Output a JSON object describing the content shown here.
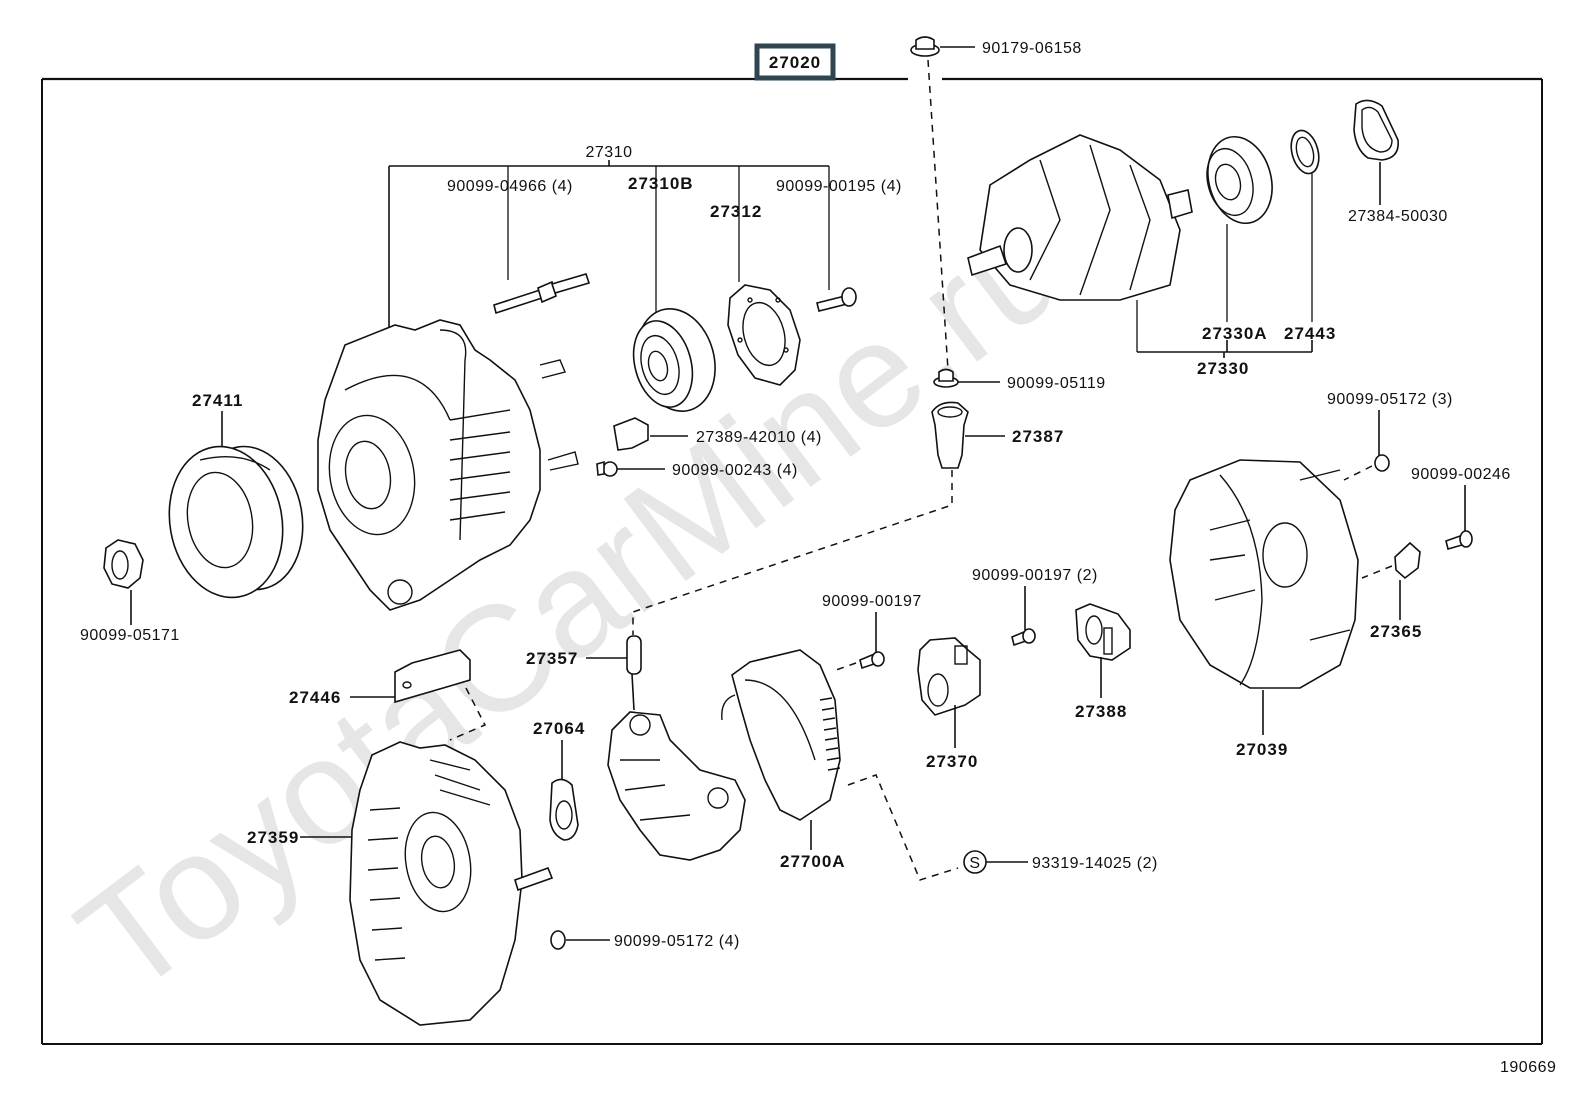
{
  "diagram": {
    "title_code": "27020",
    "figure_id": "190669",
    "watermark": "ToyotaCarMine.ru",
    "accent_colors": {
      "title_box_border": "#2f4550",
      "line": "#111111",
      "watermark": "#e6e6e6"
    },
    "labels": {
      "p90179_06158": "90179-06158",
      "p27310": "27310",
      "p90099_04966": "90099-04966 (4)",
      "p27310B": "27310B",
      "p27312": "27312",
      "p90099_00195": "90099-00195 (4)",
      "p27384_50030": "27384-50030",
      "p27330A": "27330A",
      "p27443": "27443",
      "p27330": "27330",
      "p27411": "27411",
      "p90099_05171": "90099-05171",
      "p27389_42010": "27389-42010 (4)",
      "p90099_00243": "90099-00243 (4)",
      "p90099_05119": "90099-05119",
      "p27387": "27387",
      "p90099_05172_3": "90099-05172 (3)",
      "p90099_00246": "90099-00246",
      "p27365": "27365",
      "p27039": "27039",
      "p90099_00197_2": "90099-00197 (2)",
      "p90099_00197": "90099-00197",
      "p27388": "27388",
      "p27370": "27370",
      "p27357": "27357",
      "p27446": "27446",
      "p27064": "27064",
      "p27700A": "27700A",
      "p27359": "27359",
      "p93319_14025": "93319-14025 (2)",
      "p90099_05172_4": "90099-05172 (4)",
      "s_mark": "S"
    }
  }
}
